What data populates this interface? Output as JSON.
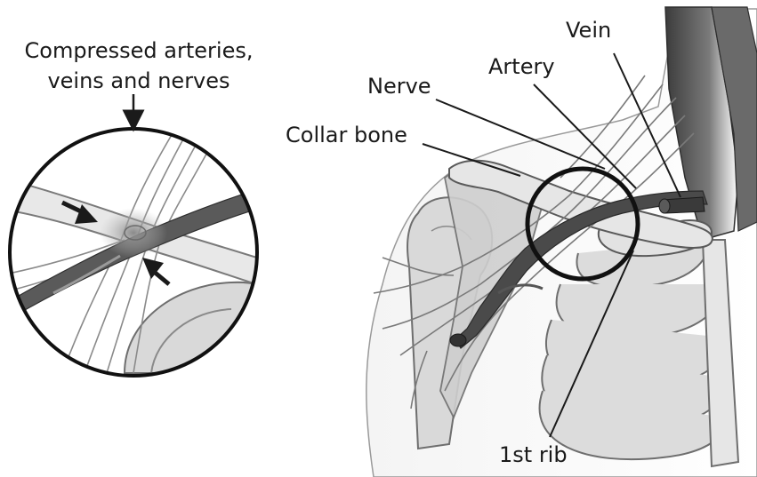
{
  "labels": {
    "compressed_line1": "Compressed arteries,",
    "compressed_line2": "veins and nerves",
    "vein": "Vein",
    "artery": "Artery",
    "nerve": "Nerve",
    "collar_bone": "Collar bone",
    "first_rib": "1st rib"
  },
  "colors": {
    "bone": "#d9d9d9",
    "bone_outline": "#6e6e6e",
    "vessel_dark": "#4a4a4a",
    "muscle": "#5a5a5a",
    "ink": "#1a1a1a"
  }
}
